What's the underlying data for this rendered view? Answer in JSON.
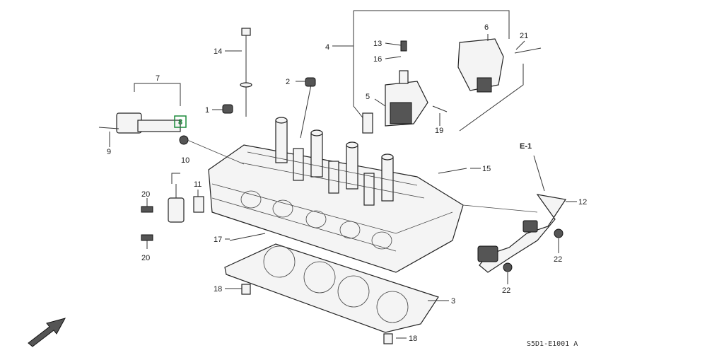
{
  "diagram_code": "S5D1-E1001 A",
  "reference_label": "E-1",
  "highlight_color": "#1a8a3a",
  "callouts": {
    "c1": "1",
    "c2": "2",
    "c3": "3",
    "c4": "4",
    "c5": "5",
    "c7": "7",
    "c8": "8",
    "c9": "9",
    "c10": "10",
    "c11": "11",
    "c12": "12",
    "c13": "13",
    "c14": "14",
    "c15": "15",
    "c16": "16",
    "c17": "17",
    "c18a": "18",
    "c18b": "18",
    "c19": "19",
    "c20a": "20",
    "c20b": "20",
    "c21": "21",
    "c22a": "22",
    "c22b": "22",
    "c6": "6"
  }
}
